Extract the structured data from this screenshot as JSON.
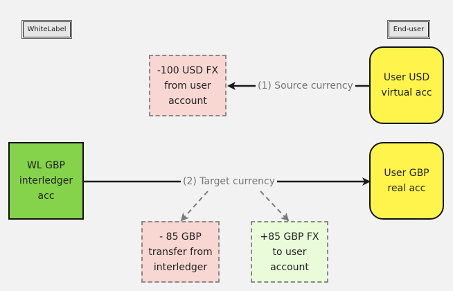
{
  "lanes": {
    "left": "WhiteLabel",
    "right": "End-user"
  },
  "nodes": {
    "debit_usd": "-100 USD FX\nfrom user\naccount",
    "user_usd": "User USD\nvirtual acc",
    "wl_gbp": "WL GBP\ninterledger\nacc",
    "user_gbp": "User GBP\nreal acc",
    "transfer_gbp": "- 85 GBP\ntransfer from\ninterledger",
    "credit_gbp": "+85 GBP FX\nto user\naccount"
  },
  "edges": {
    "source": "(1) Source currency",
    "target": "(2) Target currency"
  },
  "colors": {
    "background": "#f2f2f2",
    "yellow_node": "#fff44c",
    "green_node": "#85d34a",
    "red_dashed_node": "#f8d6d2",
    "green_dashed_node": "#e9fbd9",
    "edge_label": "#767676"
  }
}
